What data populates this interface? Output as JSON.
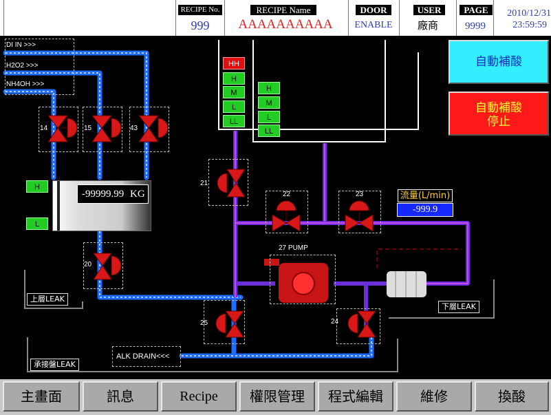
{
  "header": {
    "recipe_no_label": "RECIPE No.",
    "recipe_no_value": "999",
    "recipe_name_label": "RECIPE Name",
    "recipe_name_value": "AAAAAAAAAA",
    "door_label": "DOOR",
    "door_value": "ENABLE",
    "user_label": "USER",
    "user_value": "廠商",
    "page_label": "PAGE",
    "page_value": "9999",
    "date": "2010/12/31",
    "time": "23:59:59"
  },
  "inlets": {
    "di_in": "DI IN >>>",
    "h2o2": "H2O2 >>>",
    "nh4oh": "NH4OH >>>"
  },
  "valves": {
    "v14": "14",
    "v15": "15",
    "v43": "43",
    "v21": "21",
    "v22": "22",
    "v23": "23",
    "v20": "20",
    "v25": "25",
    "v24": "24"
  },
  "pump_label": "27 PUMP",
  "tank_main": {
    "levels": [
      "HH",
      "H",
      "M",
      "L",
      "LL"
    ]
  },
  "tank_inner": {
    "levels": [
      "H",
      "M",
      "L",
      "LL"
    ]
  },
  "scale": {
    "value": "-99999.99",
    "unit": "KG",
    "level_high": "H",
    "level_low": "L"
  },
  "flow": {
    "label": "流量(L/min)",
    "value": "-999.9"
  },
  "leaks": {
    "upper": "上層LEAK",
    "lower": "下層LEAK",
    "tray": "承接盤LEAK"
  },
  "alk_drain": "ALK DRAIN<<<",
  "buttons": {
    "auto_acid": "自動補酸",
    "auto_acid_stop_1": "自動補酸",
    "auto_acid_stop_2": "停止"
  },
  "nav": [
    "主畫面",
    "訊息",
    "Recipe",
    "權限管理",
    "程式編輯",
    "維修",
    "換酸"
  ],
  "colors": {
    "blue_pipe": "#1e6cff",
    "purple_pipe": "#6a2fd8",
    "valve_red": "#d81818",
    "level_green": "#22cc22",
    "auto_btn": "#33eeff",
    "stop_btn": "#ff1a1a",
    "recipe_name": "#e02020",
    "header_blue": "#2a3fb0"
  }
}
